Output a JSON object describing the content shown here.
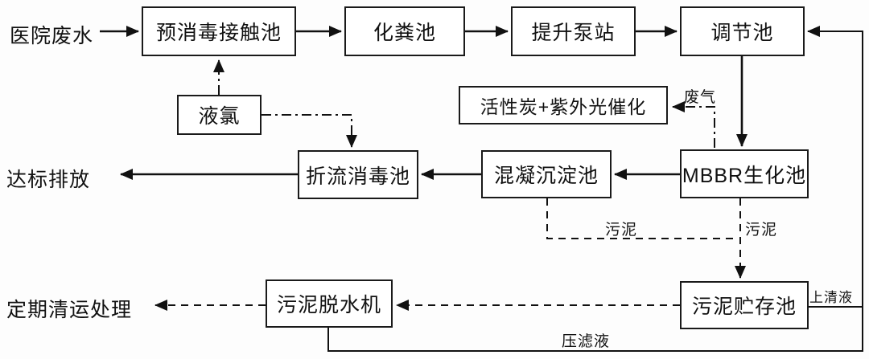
{
  "diagram": {
    "source_label": "医院废水",
    "nodes": {
      "pre_disinfection_tank": "预消毒接触池",
      "septic_tank": "化粪池",
      "lift_pump_station": "提升泵站",
      "regulating_tank": "调节池",
      "liquid_chlorine": "液氯",
      "activated_carbon_uv": "活性炭+紫外光催化",
      "baffled_disinfection_tank": "折流消毒池",
      "coagulation_sedimentation_tank": "混凝沉淀池",
      "mbbr_tank": "MBBR生化池",
      "sludge_dewatering_machine": "污泥脱水机",
      "sludge_storage_tank": "污泥贮存池"
    },
    "endpoints": {
      "discharge": "达标排放",
      "periodic_disposal": "定期清运处理"
    },
    "flow_labels": {
      "waste_gas": "废气",
      "sludge_from_coagulation": "污泥",
      "sludge_from_mbbr": "污泥",
      "supernatant": "上清液",
      "filtrate": "压滤液"
    }
  }
}
